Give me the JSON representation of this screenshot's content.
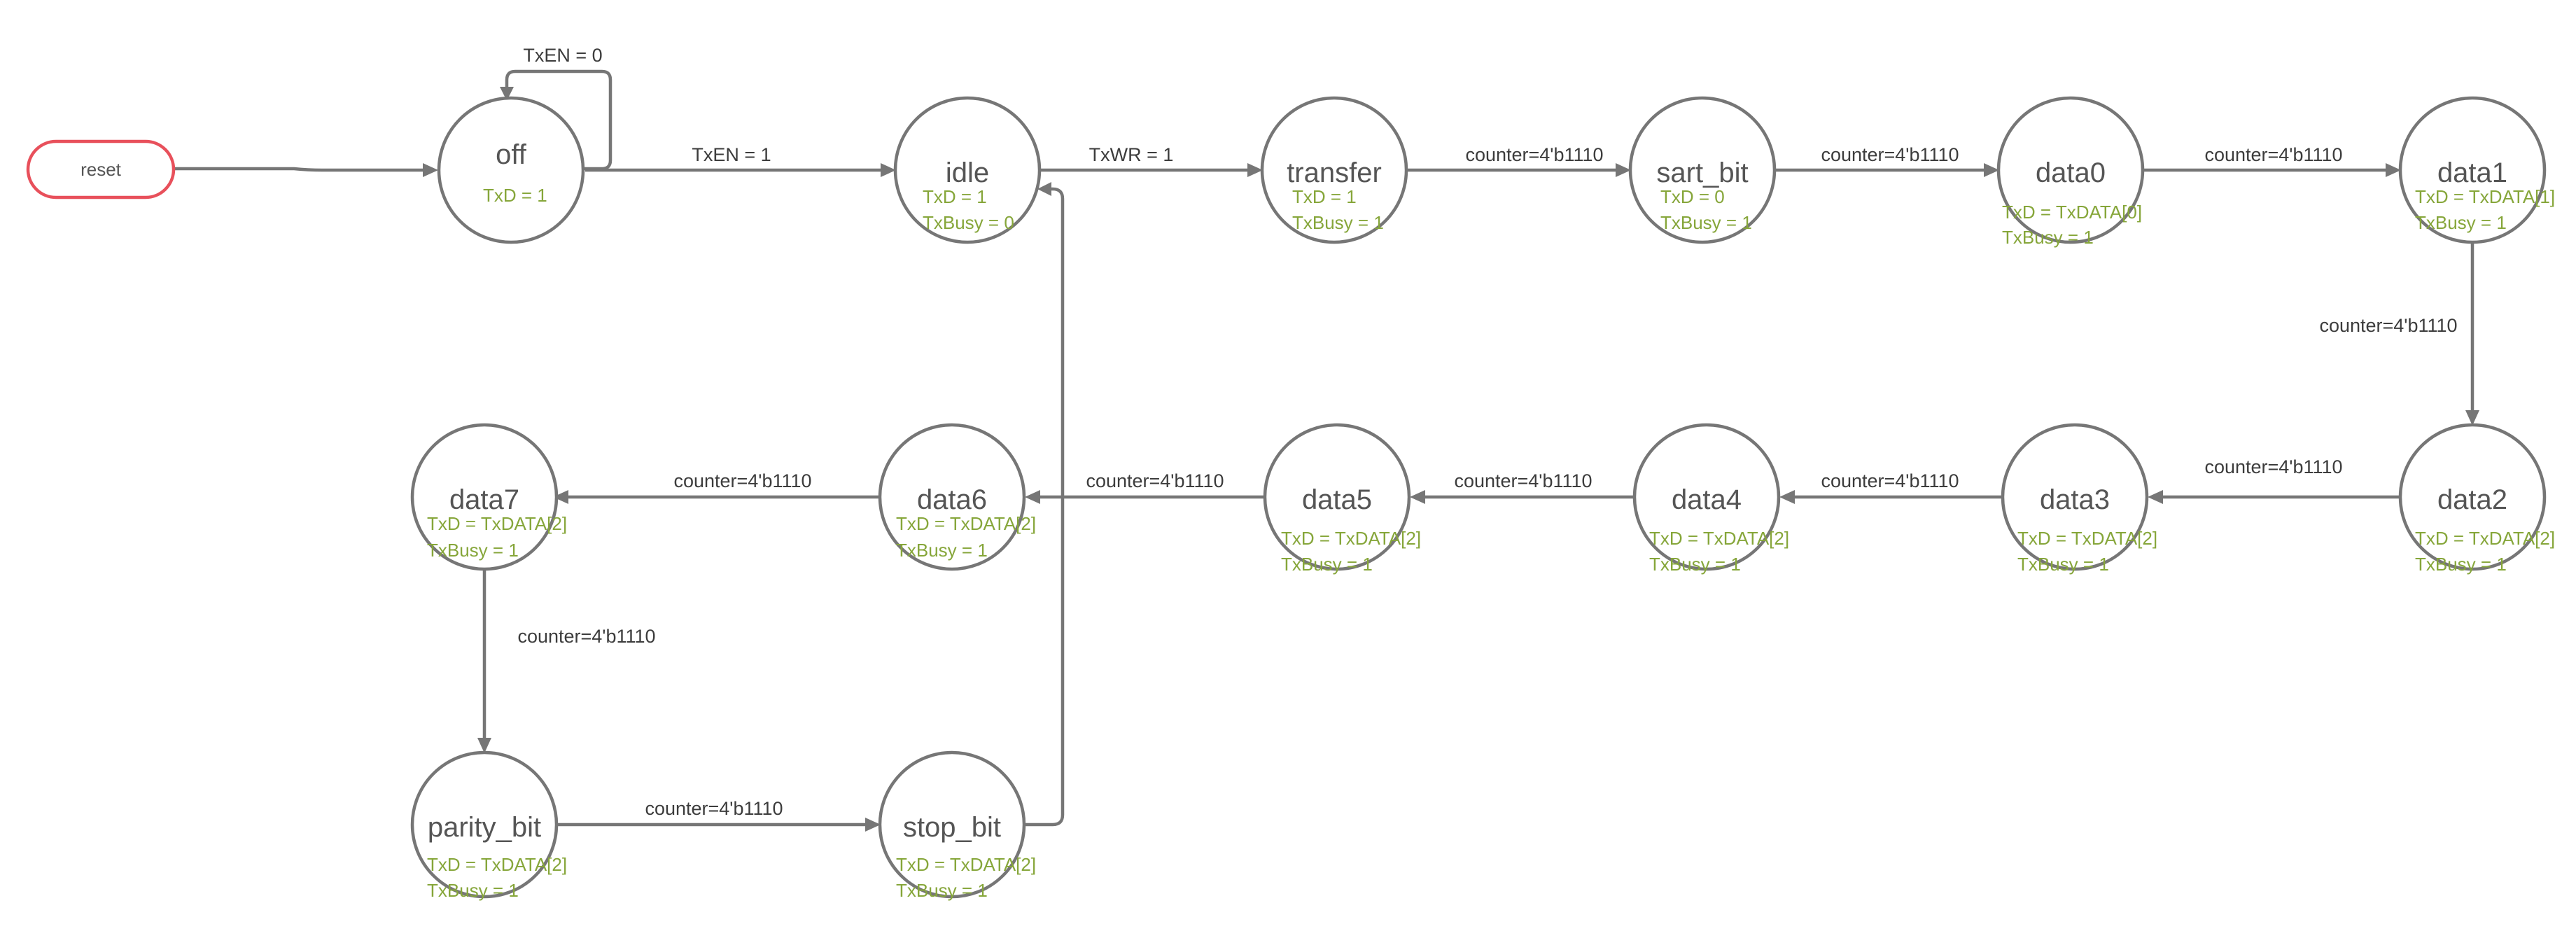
{
  "reset": {
    "label": "reset"
  },
  "states": {
    "off": {
      "name": "off",
      "outputs": [
        "TxD = 1"
      ]
    },
    "idle": {
      "name": "idle",
      "outputs": [
        "TxD = 1",
        "TxBusy = 0"
      ]
    },
    "transfer": {
      "name": "transfer",
      "outputs": [
        "TxD = 1",
        "TxBusy = 1"
      ]
    },
    "sart_bit": {
      "name": "sart_bit",
      "outputs": [
        "TxD = 0",
        "TxBusy = 1"
      ]
    },
    "data0": {
      "name": "data0",
      "outputs": [
        "TxD = TxDATA[0]",
        "TxBusy = 1"
      ]
    },
    "data1": {
      "name": "data1",
      "outputs": [
        "TxD = TxDATA[1]",
        "TxBusy = 1"
      ]
    },
    "data2": {
      "name": "data2",
      "outputs": [
        "TxD = TxDATA[2]",
        "TxBusy = 1"
      ]
    },
    "data3": {
      "name": "data3",
      "outputs": [
        "TxD = TxDATA[2]",
        "TxBusy = 1"
      ]
    },
    "data4": {
      "name": "data4",
      "outputs": [
        "TxD = TxDATA[2]",
        "TxBusy = 1"
      ]
    },
    "data5": {
      "name": "data5",
      "outputs": [
        "TxD = TxDATA[2]",
        "TxBusy = 1"
      ]
    },
    "data6": {
      "name": "data6",
      "outputs": [
        "TxD = TxDATA[2]",
        "TxBusy = 1"
      ]
    },
    "data7": {
      "name": "data7",
      "outputs": [
        "TxD = TxDATA[2]",
        "TxBusy = 1"
      ]
    },
    "parity_bit": {
      "name": "parity_bit",
      "outputs": [
        "TxD = TxDATA[2]",
        "TxBusy = 1"
      ]
    },
    "stop_bit": {
      "name": "stop_bit",
      "outputs": [
        "TxD = TxDATA[2]",
        "TxBusy = 1"
      ]
    }
  },
  "transitions": [
    {
      "from": "reset",
      "to": "off",
      "label": ""
    },
    {
      "from": "off",
      "to": "off",
      "label": "TxEN = 0"
    },
    {
      "from": "off",
      "to": "idle",
      "label": "TxEN = 1"
    },
    {
      "from": "idle",
      "to": "transfer",
      "label": "TxWR = 1"
    },
    {
      "from": "transfer",
      "to": "sart_bit",
      "label": "counter=4'b1110"
    },
    {
      "from": "sart_bit",
      "to": "data0",
      "label": "counter=4'b1110"
    },
    {
      "from": "data0",
      "to": "data1",
      "label": "counter=4'b1110"
    },
    {
      "from": "data1",
      "to": "data2",
      "label": "counter=4'b1110"
    },
    {
      "from": "data2",
      "to": "data3",
      "label": "counter=4'b1110"
    },
    {
      "from": "data3",
      "to": "data4",
      "label": "counter=4'b1110"
    },
    {
      "from": "data4",
      "to": "data5",
      "label": "counter=4'b1110"
    },
    {
      "from": "data5",
      "to": "data6",
      "label": "counter=4'b1110"
    },
    {
      "from": "data6",
      "to": "data7",
      "label": "counter=4'b1110"
    },
    {
      "from": "data7",
      "to": "parity_bit",
      "label": "counter=4'b1110"
    },
    {
      "from": "parity_bit",
      "to": "stop_bit",
      "label": "counter=4'b1110"
    },
    {
      "from": "stop_bit",
      "to": "idle",
      "label": ""
    }
  ],
  "colors": {
    "node_stroke": "#767676",
    "reset_stroke": "#e8505b",
    "output_text": "#86a63a",
    "label_text": "#3c3c3c",
    "name_text": "#555555"
  }
}
